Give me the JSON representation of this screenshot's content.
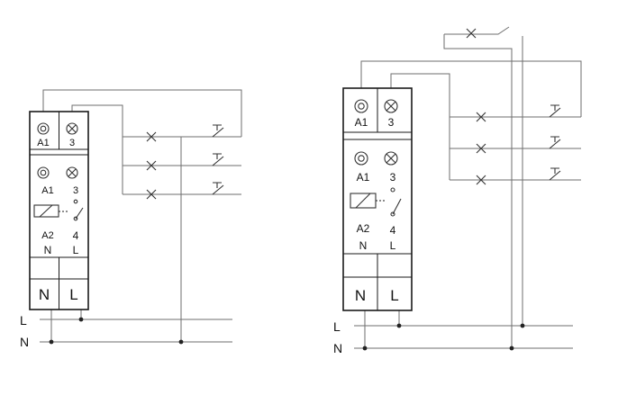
{
  "left": {
    "top_terminals": [
      "A1",
      "3"
    ],
    "coil_terminals": [
      "A1",
      "A2",
      "N"
    ],
    "contact_terminals": [
      "3",
      "4",
      "L"
    ],
    "bottom_terminals": [
      "N",
      "L"
    ],
    "bus": [
      "L",
      "N"
    ]
  },
  "right": {
    "top_terminals": [
      "A1",
      "3"
    ],
    "coil_terminals": [
      "A1",
      "A2",
      "N"
    ],
    "contact_terminals": [
      "3",
      "4",
      "L"
    ],
    "bottom_terminals": [
      "N",
      "L"
    ],
    "bus": [
      "L",
      "N"
    ]
  },
  "icons": [
    "terminal-ring-icon",
    "lamp-icon",
    "relay-coil-icon",
    "contact-icon",
    "cross-switch-icon",
    "pushbutton-icon"
  ]
}
